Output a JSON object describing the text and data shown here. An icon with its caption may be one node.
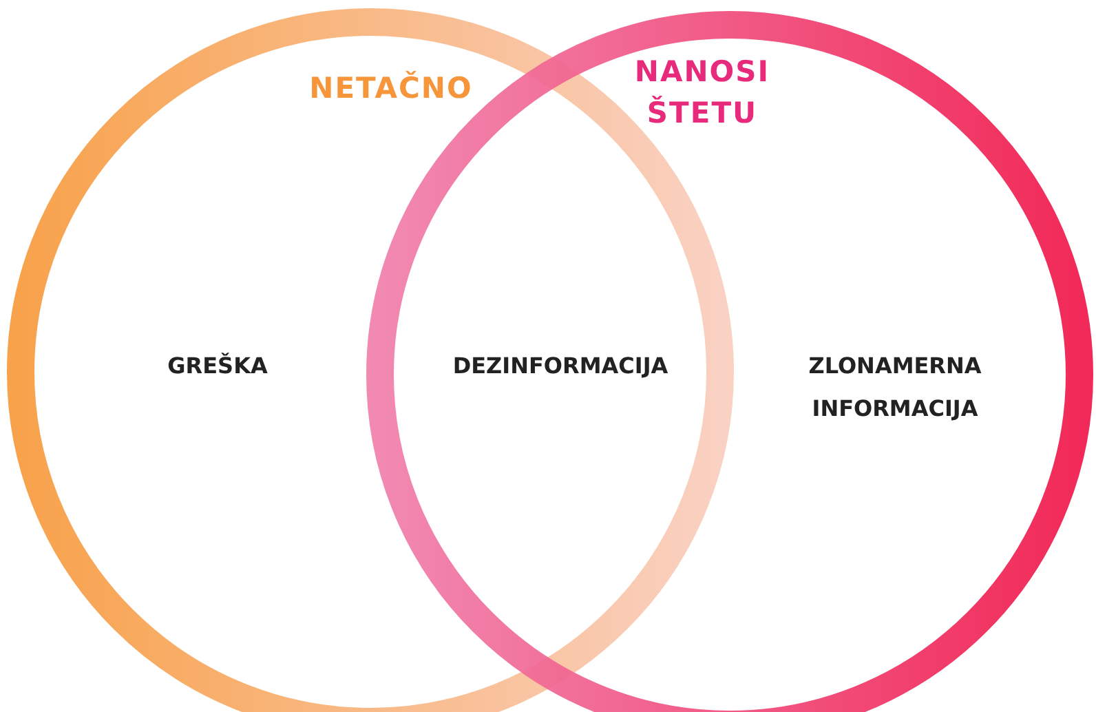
{
  "diagram": {
    "nodes": [
      {
        "text": [
          "NETAČNO"
        ]
      },
      {
        "text": [
          "NANOSI ŠTETU"
        ]
      }
    ],
    "labels": [
      "GREŠKA",
      "DEZINFORMACIJA",
      "ZLONAMERNA INFORMACIJA"
    ]
  }
}
